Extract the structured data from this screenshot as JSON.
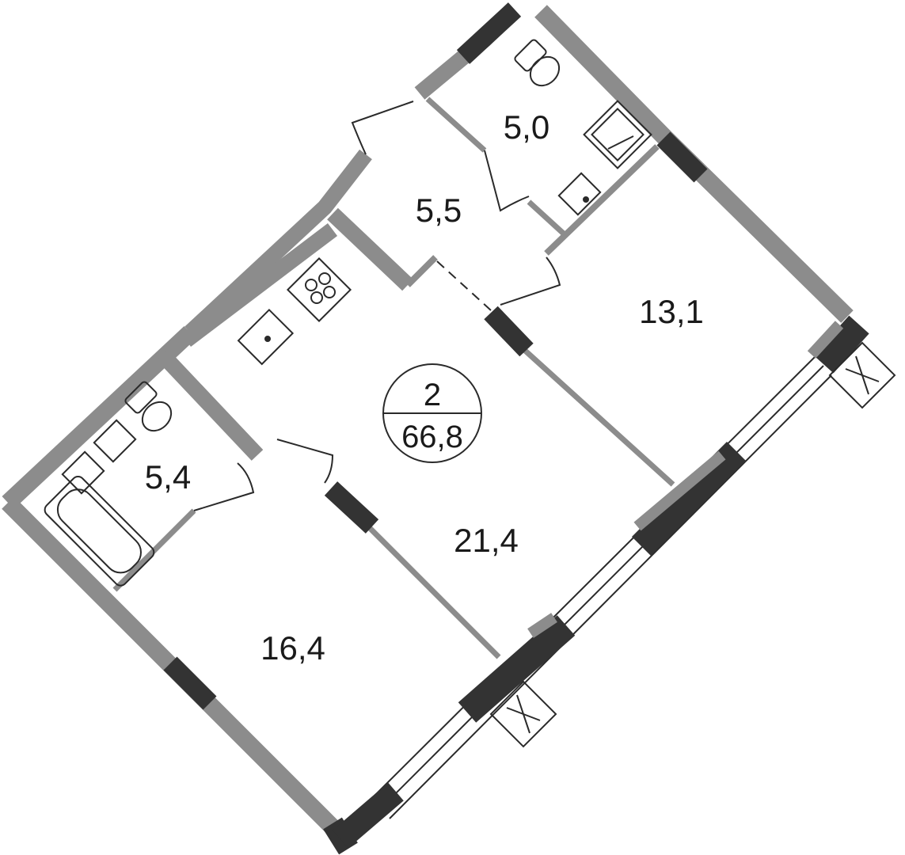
{
  "plan": {
    "rooms_count": "2",
    "total_area": "66,8",
    "rooms": [
      {
        "id": "bathroom-2",
        "area": "5,0"
      },
      {
        "id": "hall",
        "area": "5,5"
      },
      {
        "id": "bedroom",
        "area": "13,1"
      },
      {
        "id": "bathroom-1",
        "area": "5,4"
      },
      {
        "id": "living-kitchen",
        "area": "21,4"
      },
      {
        "id": "room",
        "area": "16,4"
      }
    ]
  },
  "colors": {
    "wall": "#8c8c8c",
    "wall_dark": "#333333",
    "line": "#2a2a2a",
    "background": "#ffffff"
  }
}
